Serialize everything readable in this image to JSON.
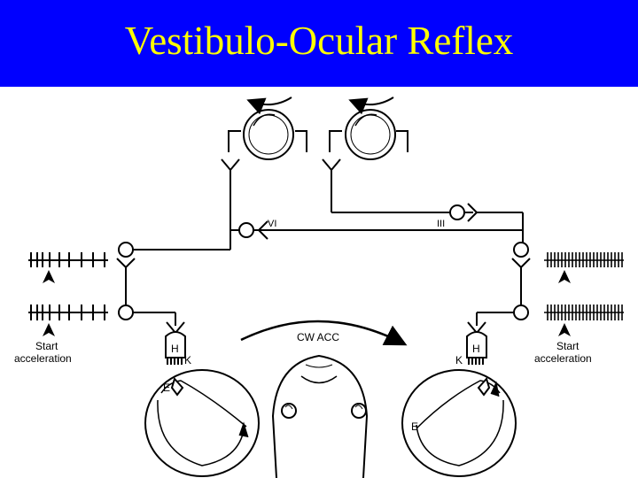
{
  "title": "Vestibulo-Ocular Reflex",
  "colors": {
    "title_bg": "#0000ff",
    "title_text": "#ffff00"
  },
  "labels": {
    "nerve_vi": "VI",
    "nerve_iii": "III",
    "rotation": "CW ACC",
    "start_line1": "Start",
    "start_line2": "acceleration",
    "hair_cell": "H",
    "kinocilium": "K",
    "endolymph": "E"
  }
}
